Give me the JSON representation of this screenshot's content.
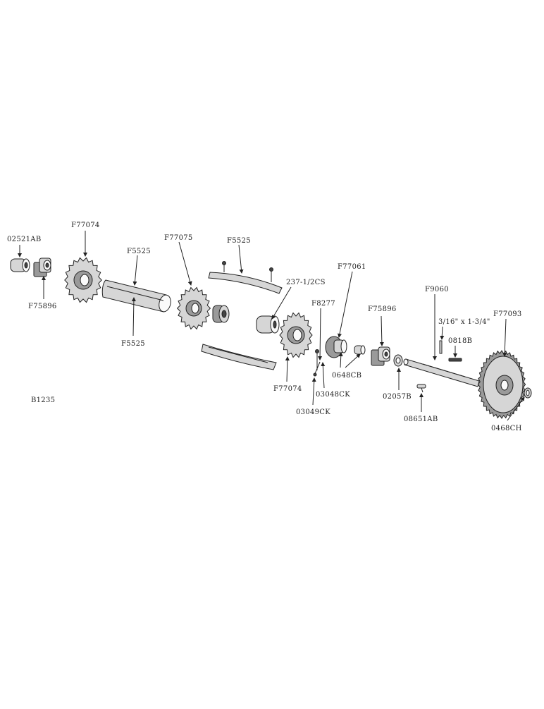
{
  "labels": {
    "p02521AB": "02521AB",
    "p75896a": "F75896",
    "p77074a": "F77074",
    "p5525top": "F5525",
    "p5525bot": "F5525",
    "p77075": "F77075",
    "p5525shield": "F5525",
    "p237": "237-1/2CS",
    "p77074b": "F77074",
    "p8277": "F8277",
    "p77061": "F77061",
    "p0648CB": "0648CB",
    "p03048CK": "03048CK",
    "p03049CK": "03049CK",
    "p75896b": "F75896",
    "p9060": "F9060",
    "pPin": "3/16\" x 1-3/4\"",
    "p0818B": "0818B",
    "p77093": "F77093",
    "p02057B": "02057B",
    "p08651AB": "08651AB",
    "p0468CH": "0468CH",
    "code": "B1235"
  }
}
